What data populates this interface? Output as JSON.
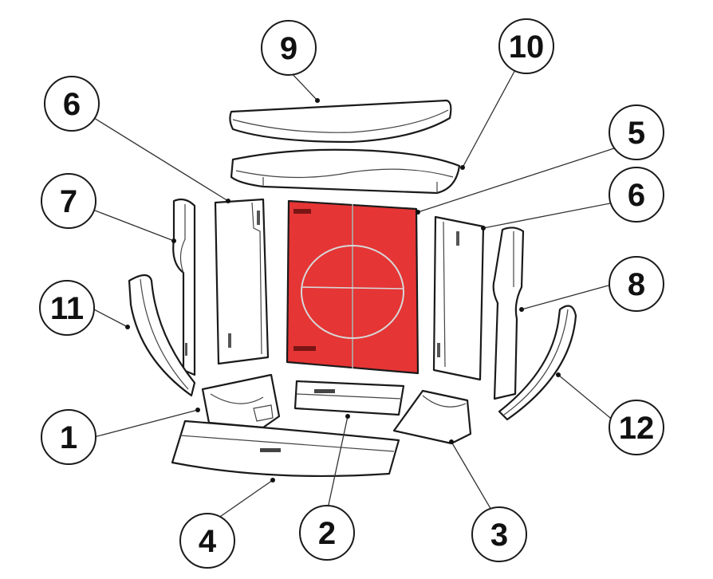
{
  "colors": {
    "highlight_fill": "#e53535",
    "outline": "#1a1a1a",
    "background": "#ffffff"
  },
  "parts": [
    {
      "id": "1",
      "label": "1"
    },
    {
      "id": "2",
      "label": "2"
    },
    {
      "id": "3",
      "label": "3"
    },
    {
      "id": "4",
      "label": "4"
    },
    {
      "id": "5",
      "label": "5",
      "highlighted": true
    },
    {
      "id": "6-left",
      "label": "6"
    },
    {
      "id": "6-right",
      "label": "6"
    },
    {
      "id": "7",
      "label": "7"
    },
    {
      "id": "8",
      "label": "8"
    },
    {
      "id": "9",
      "label": "9"
    },
    {
      "id": "10",
      "label": "10"
    },
    {
      "id": "11",
      "label": "11"
    },
    {
      "id": "12",
      "label": "12"
    }
  ]
}
